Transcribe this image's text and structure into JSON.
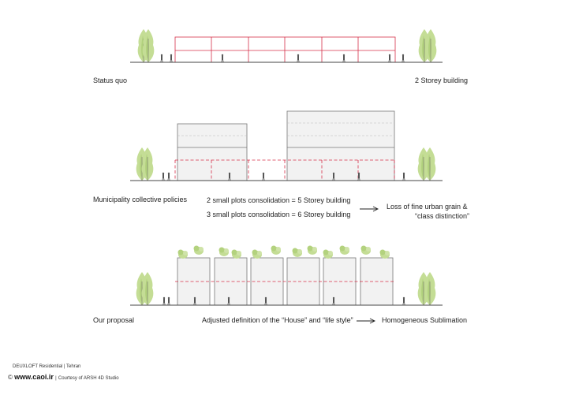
{
  "diagram": {
    "row1": {
      "left_label": "Status quo",
      "right_label": "2 Storey building"
    },
    "row2": {
      "left_label": "Municipality collective policies",
      "line1": "2 small plots consolidation = 5 Storey building",
      "line2": "3 small plots consolidation = 6 Storey building",
      "result_line1": "Loss of fine urban grain &",
      "result_line2": "“class distinction”"
    },
    "row3": {
      "left_label": "Our proposal",
      "middle": "Adjusted definition of the “House” and “life style”",
      "result": "Homogeneous Sublimation"
    }
  },
  "footer": {
    "project": "DEUXLOFT Residential  |  Tehran",
    "copyright": "©",
    "site": "www.caoi.ir",
    "separator": "|",
    "credit": "Courtesy of ARSH 4D Studio"
  },
  "colors": {
    "red_line": "#d6304a",
    "facade": "#f2f2f2",
    "outline": "#777777",
    "tree": "#bcd98a",
    "ground": "#444444"
  }
}
